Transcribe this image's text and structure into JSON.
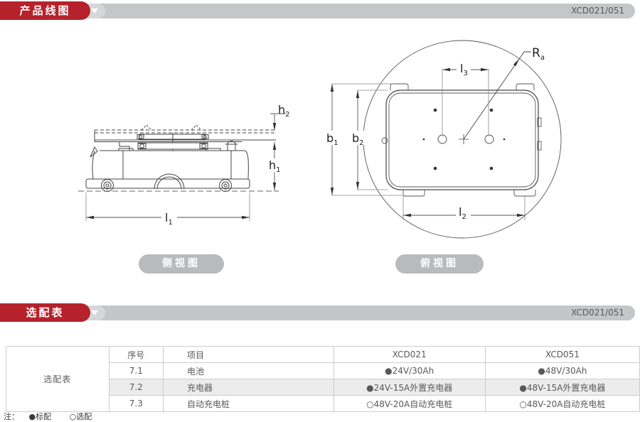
{
  "sections": [
    {
      "title": "产品线图",
      "model": "XCD021/051"
    },
    {
      "title": "选配表",
      "model": "XCD021/051"
    }
  ],
  "views": {
    "side_label": "侧视图",
    "top_label": "俯视图"
  },
  "dimensions": {
    "h2": {
      "main": "h",
      "sub": "2"
    },
    "h1": {
      "main": "h",
      "sub": "1"
    },
    "l1": {
      "main": "l",
      "sub": "1"
    },
    "b1": {
      "main": "b",
      "sub": "1"
    },
    "b2": {
      "main": "b",
      "sub": "2"
    },
    "l3": {
      "main": "l",
      "sub": "3"
    },
    "l2": {
      "main": "l",
      "sub": "2"
    },
    "ra": {
      "main": "R",
      "sub": "a"
    }
  },
  "table": {
    "row_header": "选配表",
    "columns": [
      "序号",
      "项目",
      "XCD021",
      "XCD051"
    ],
    "rows": [
      {
        "no": "7.1",
        "item": "电池",
        "xcd021": "●24V/30Ah",
        "xcd051": "●48V/30Ah"
      },
      {
        "no": "7.2",
        "item": "充电器",
        "xcd021": "●24V-15A外置充电器",
        "xcd051": "●48V-15A外置充电器"
      },
      {
        "no": "7.3",
        "item": "自动充电桩",
        "xcd021": "○48V-20A自动充电桩",
        "xcd051": "○48V-20A自动充电桩"
      }
    ]
  },
  "note": {
    "prefix": "注：",
    "standard": "●标配",
    "optional": "○选配"
  },
  "colors": {
    "accent_red": "#b5222c",
    "bar_gray": "#c5c6c8",
    "capsule_gray": "#d6d7d9",
    "pill_gray": "#b9babc",
    "table_shade": "#ececec",
    "table_border": "#cccccc",
    "text_gray": "#58595b",
    "line_dark": "#444444"
  }
}
